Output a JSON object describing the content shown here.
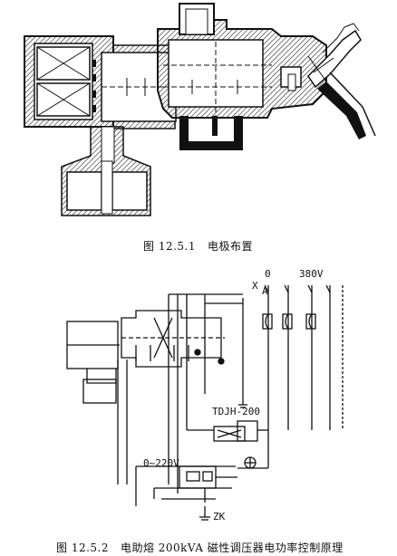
{
  "figure1": {
    "caption_number": "图 12.5.1",
    "caption_text": "电极布置"
  },
  "figure2": {
    "caption_number": "图 12.5.2",
    "caption_text": "电助熔 200kVA 磁性调压器电功率控制原理",
    "labels": {
      "x_mark": "X",
      "a_mark": "A",
      "zero_mark": "0",
      "voltage_380": "380V",
      "transformer": "TDJH-200",
      "voltage_0_220": "0~220V",
      "zk": "ZK"
    }
  },
  "colors": {
    "ink": "#111111",
    "hatch": "#333333"
  }
}
